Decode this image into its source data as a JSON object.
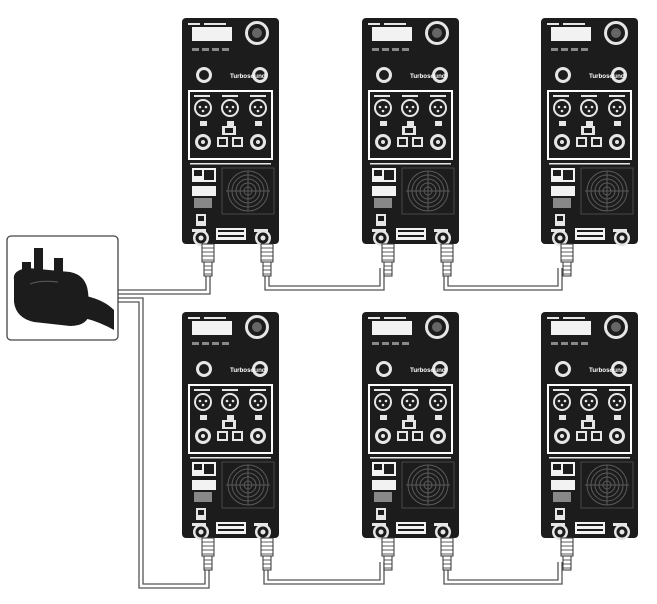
{
  "panels": [
    {
      "id": "top-left",
      "brand": "Turbosound",
      "last_in_chain": false
    },
    {
      "id": "top-mid",
      "brand": "Turbosound",
      "last_in_chain": false
    },
    {
      "id": "top-right",
      "brand": "Turbosound",
      "last_in_chain": true
    },
    {
      "id": "bot-left",
      "brand": "Turbosound",
      "last_in_chain": false
    },
    {
      "id": "bot-mid",
      "brand": "Turbosound",
      "last_in_chain": false
    },
    {
      "id": "bot-right",
      "brand": "Turbosound",
      "last_in_chain": true
    }
  ],
  "icons": {
    "plug": "uk-mains-plug-icon",
    "fan": "cooling-fan-icon",
    "knob": "rotary-encoder-icon",
    "xlr": "xlr-connector-icon",
    "powercon": "powercon-connector-icon"
  },
  "colors": {
    "panel": "#1c1c1c",
    "line": "#555555",
    "detail": "#e6e6e6"
  }
}
